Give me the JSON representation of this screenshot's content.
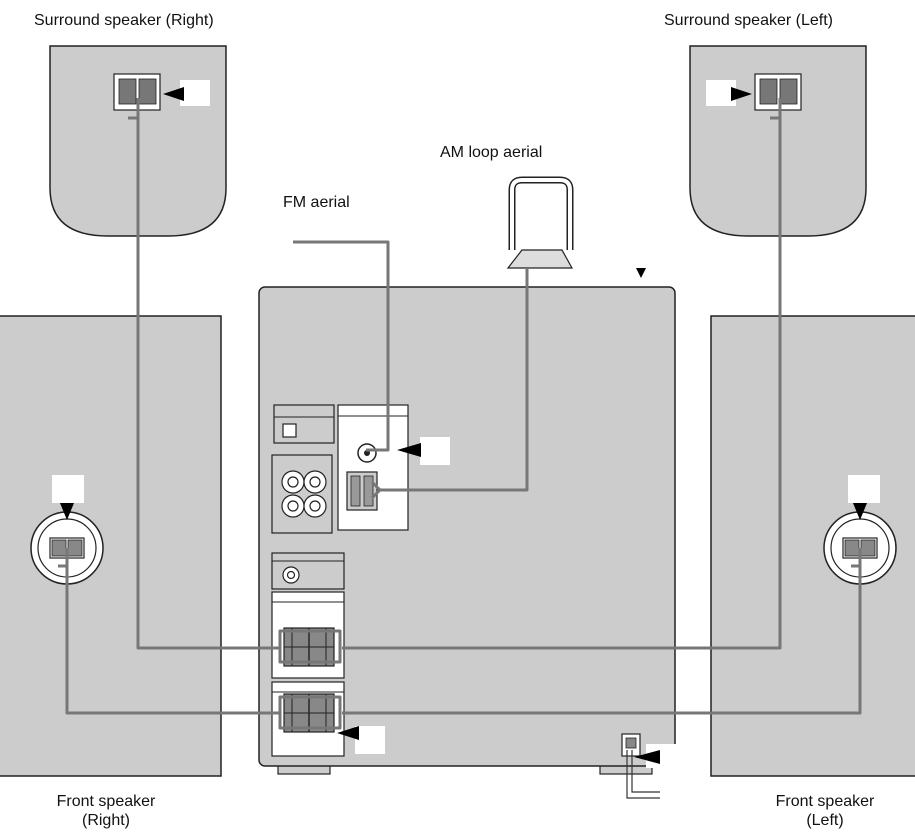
{
  "labels": {
    "surround_right": "Surround speaker (Right)",
    "surround_left": "Surround speaker (Left)",
    "am_aerial": "AM loop aerial",
    "fm_aerial": "FM aerial",
    "front_right_line1": "Front speaker",
    "front_right_line2": "(Right)",
    "front_left_line1": "Front speaker",
    "front_left_line2": "(Left)"
  },
  "colors": {
    "panel_fill": "#cccccc",
    "panel_stroke": "#222222",
    "wire": "#777777",
    "module_fill": "#ffffff",
    "callout_box": "#ffffff",
    "arrow": "#000000"
  }
}
